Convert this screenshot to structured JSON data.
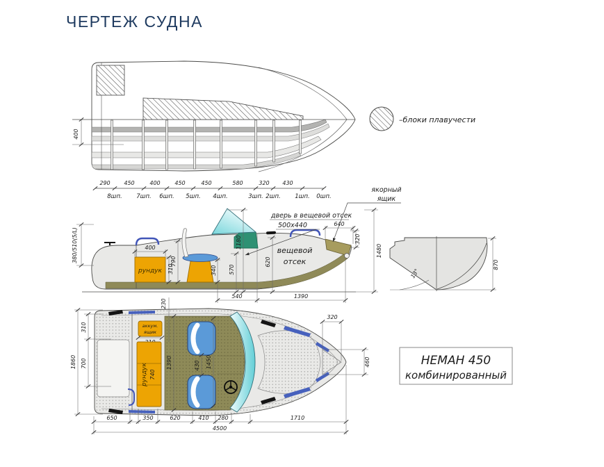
{
  "title": "ЧЕРТЕЖ СУДНА",
  "legend": {
    "buoyancy": "–блоки плавучести"
  },
  "stations": {
    "dims": [
      "290",
      "450",
      "400",
      "450",
      "450",
      "580",
      "320",
      "430"
    ],
    "labels": [
      "8шп.",
      "7шп.",
      "6шп.",
      "5шп.",
      "4шп.",
      "3шп.",
      "2шп.",
      "1шп.",
      "0шп."
    ]
  },
  "top_view": {
    "side_dim": "400"
  },
  "side_view": {
    "left_dim": "380/510(5/L)",
    "locker": "рундук",
    "locker_w": "400",
    "locker_h": "310",
    "h790": "790",
    "h340": "340",
    "h570": "570",
    "h1180": "1180",
    "h620": "620",
    "bow_w": "640",
    "bow_h": "320",
    "total_h": "1480",
    "door_label": "дверь в вещевой отсек",
    "door_size": "500х440",
    "anchor1": "якорный",
    "anchor2": "ящик",
    "stow1": "вещевой",
    "stow2": "отсек",
    "under_dims": [
      "540",
      "1390"
    ]
  },
  "transom_view": {
    "deadrise": "13°",
    "height": "870"
  },
  "plan_view": {
    "beam": "1860",
    "w310": "310",
    "w700": "700",
    "front": "230",
    "battery1": "аккум.",
    "battery2": "ящик",
    "battery_w": "310",
    "locker": "рундук",
    "locker_l": "740",
    "cockpit_w": "1390",
    "seat_gap": "430",
    "w1450": "1450",
    "bow_w": "320",
    "bow_h": "460",
    "bottom_dims": [
      "650",
      "350",
      "620",
      "410",
      "280",
      "1710"
    ],
    "total_l": "4500"
  },
  "model": {
    "line1": "НЕМАН 450",
    "line2": "комбинированный"
  }
}
